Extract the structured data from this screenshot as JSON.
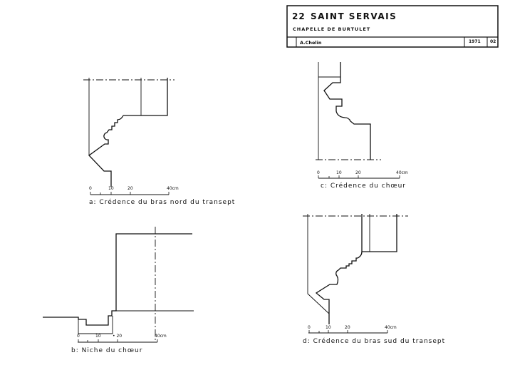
{
  "title_block": {
    "number": "22",
    "place": "SAINT SERVAIS",
    "subtitle": "CHAPELLE DE BURTULET",
    "author": "A.Chelin",
    "year": "1971",
    "sheet": "02"
  },
  "drawings": [
    {
      "caption": "a: Crédence du bras nord du transept",
      "scale_labels": [
        "0",
        "10",
        "20",
        "40cm"
      ]
    },
    {
      "caption": "b: Niche du chœur",
      "scale_labels": [
        "0",
        "10",
        "• 20",
        "40cm"
      ]
    },
    {
      "caption": "c: Crédence du chœur",
      "scale_labels": [
        "0",
        "10",
        "20",
        "40cm"
      ]
    },
    {
      "caption": "d: Crédence du bras sud du transept",
      "scale_labels": [
        "0",
        "10",
        "20",
        "40cm"
      ]
    }
  ]
}
